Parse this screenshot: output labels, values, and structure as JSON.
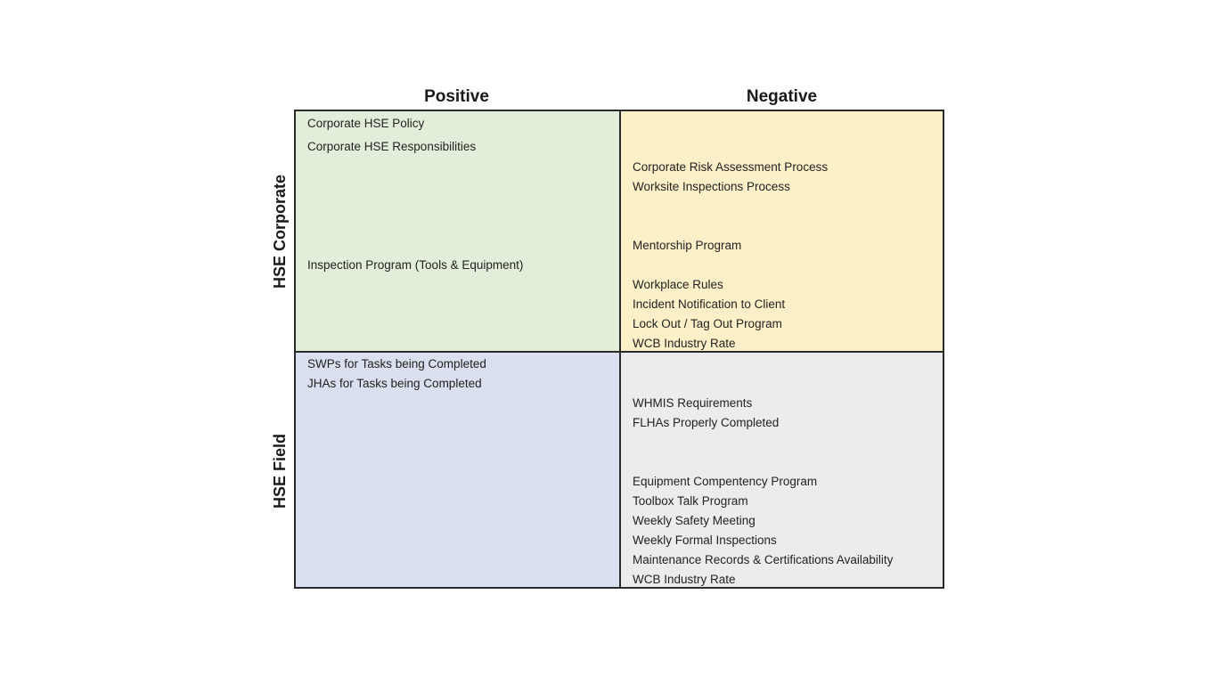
{
  "columns": {
    "positive": "Positive",
    "negative": "Negative"
  },
  "rows": {
    "corporate": "HSE Corporate",
    "field": "HSE Field"
  },
  "colors": {
    "positive_corporate": "#e2eed9",
    "negative_corporate": "#fdf0c8",
    "positive_field": "#dae0ef",
    "negative_field": "#ececec",
    "border": "#2a2a2a"
  },
  "quadrants": {
    "positive_corporate": [
      "Corporate HSE Policy",
      "Corporate HSE Responsibilities",
      "Inspection Program (Tools & Equipment)"
    ],
    "negative_corporate": [
      "Corporate Risk Assessment Process",
      "Worksite Inspections Process",
      "Mentorship Program",
      "Workplace Rules",
      "Incident Notification to Client",
      "Lock Out / Tag Out Program",
      "WCB Industry Rate"
    ],
    "positive_field": [
      "SWPs for Tasks being Completed",
      "JHAs for Tasks being Completed"
    ],
    "negative_field": [
      "WHMIS Requirements",
      "FLHAs Properly Completed",
      "Equipment Compentency Program",
      "Toolbox Talk Program",
      "Weekly Safety Meeting",
      "Weekly Formal Inspections",
      "Maintenance Records & Certifications Availability",
      "WCB Industry Rate"
    ]
  }
}
